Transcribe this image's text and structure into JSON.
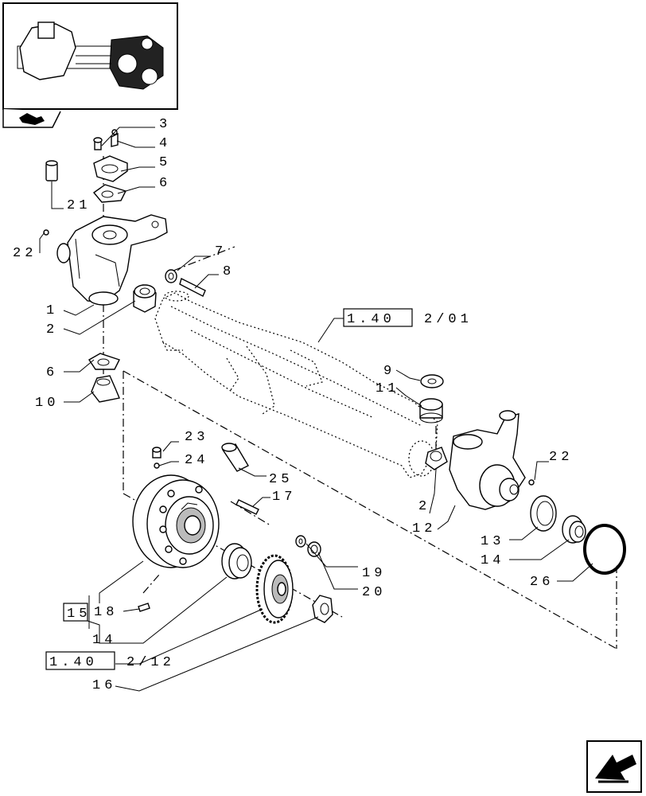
{
  "refs": {
    "axle_housing": "1.40",
    "axle_housing_sheet": "2/01",
    "planetary": "1.40",
    "planetary_sheet": "2/12",
    "hub": "15"
  },
  "callouts": {
    "c1": "1",
    "c2a": "2",
    "c2b": "2",
    "c3": "3",
    "c4": "4",
    "c5": "5",
    "c6a": "6",
    "c6b": "6",
    "c7": "7",
    "c8": "8",
    "c9": "9",
    "c10": "10",
    "c11": "11",
    "c12": "12",
    "c13": "13",
    "c14a": "14",
    "c14b": "14",
    "c16": "16",
    "c17": "17",
    "c18": "18",
    "c19": "19",
    "c20": "20",
    "c21": "21",
    "c22a": "22",
    "c22b": "22",
    "c23": "23",
    "c24": "24",
    "c25": "25",
    "c26": "26"
  },
  "icons": {
    "thumbnail": "axle-assembly-thumbnail",
    "page_tab": "catalog-tab-icon",
    "next": "next-page-arrow-icon"
  }
}
